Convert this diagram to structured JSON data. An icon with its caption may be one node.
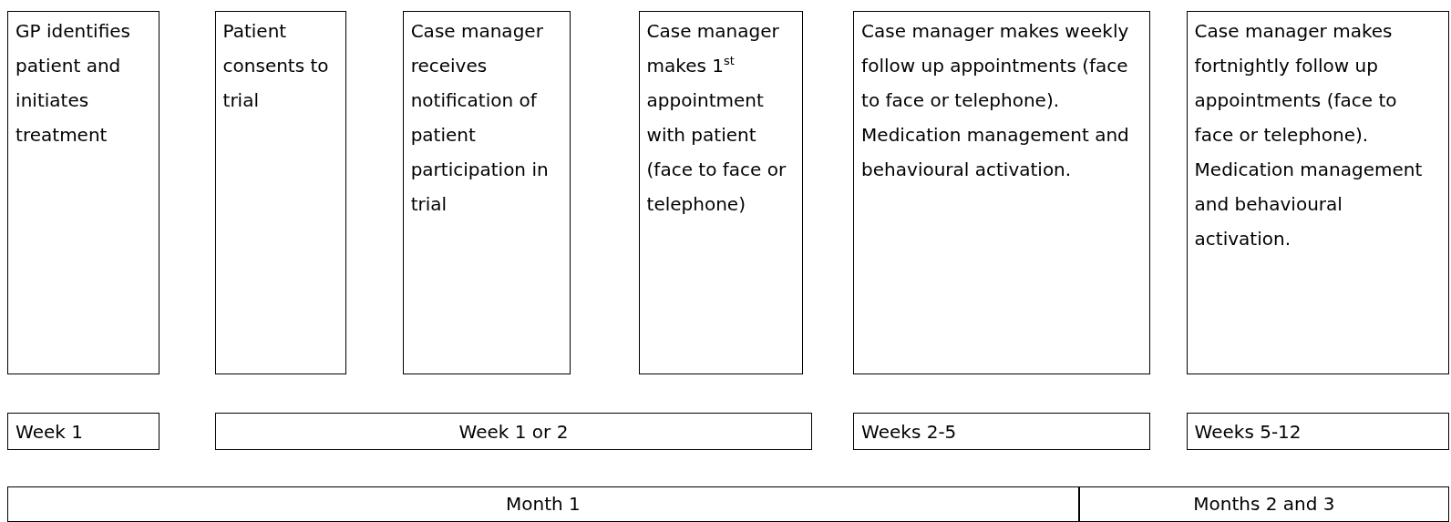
{
  "diagram": {
    "nodes": [
      {
        "text": [
          "GP identifies patient and initiates treatment"
        ]
      },
      {
        "text": [
          "Patient consents to trial"
        ]
      },
      {
        "text": [
          "Case manager receives notification of patient participation in trial"
        ]
      },
      {
        "text": [
          "Case manager makes 1$^{st}$ appointment with patient (face to face or telephone)"
        ]
      },
      {
        "text": [
          "Case manager makes weekly follow up appointments (face to face or telephone). Medication management and behavioural activation."
        ]
      },
      {
        "text": [
          "Case manager makes fortnightly follow up appointments (face to face or telephone). Medication management and behavioural activation."
        ]
      },
      {
        "text": [
          "Week 1"
        ]
      },
      {
        "text": [
          "Week 1 or 2"
        ]
      },
      {
        "text": [
          "Weeks 2-5"
        ]
      },
      {
        "text": [
          "Weeks 5-12"
        ]
      },
      {
        "text": [
          "Month 1"
        ]
      },
      {
        "text": [
          "Months 2 and 3"
        ]
      }
    ]
  }
}
